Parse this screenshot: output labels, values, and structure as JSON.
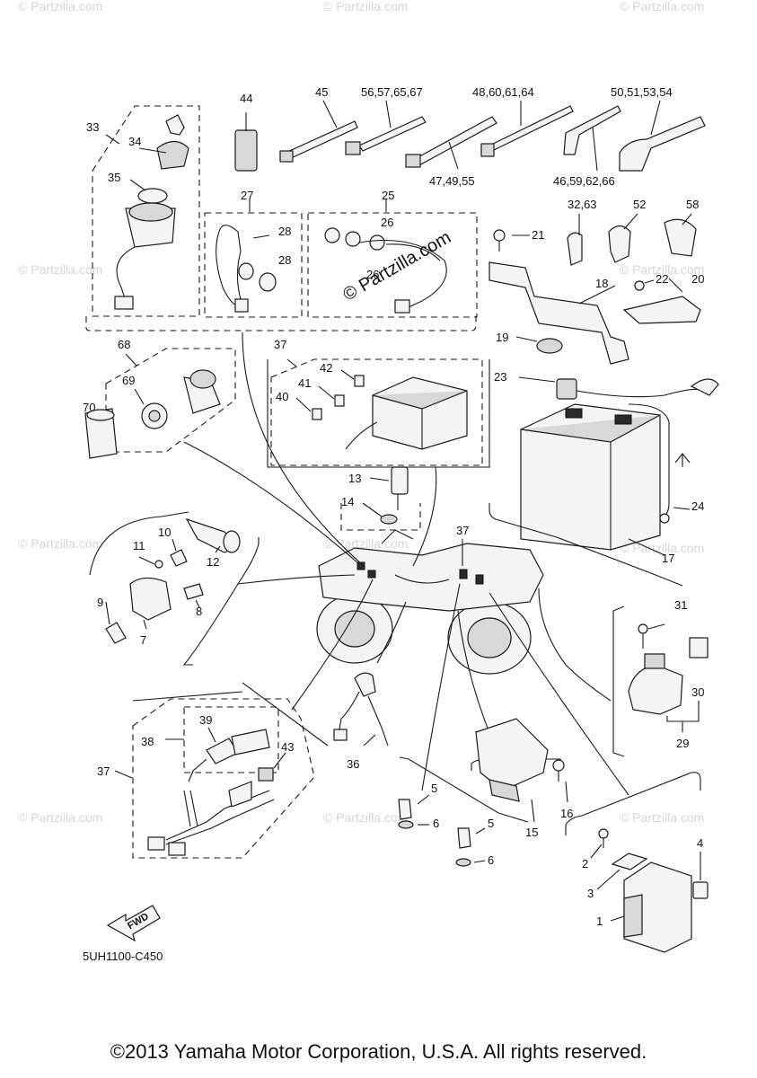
{
  "diagram": {
    "code": "5UH1100-C450",
    "fwd_label": "FWD",
    "watermark": "© Partzilla.com",
    "copyright": "©2013 Yamaha Motor Corporation, U.S.A. All rights reserved."
  },
  "callouts": {
    "c1": "1",
    "c2": "2",
    "c3": "3",
    "c4": "4",
    "c5a": "5",
    "c5b": "5",
    "c6a": "6",
    "c6b": "6",
    "c7": "7",
    "c8": "8",
    "c9": "9",
    "c10": "10",
    "c11": "11",
    "c12": "12",
    "c13": "13",
    "c14": "14",
    "c15": "15",
    "c16": "16",
    "c17": "17",
    "c18": "18",
    "c19": "19",
    "c20": "20",
    "c21": "21",
    "c22": "22",
    "c23": "23",
    "c24": "24",
    "c25": "25",
    "c26a": "26",
    "c26b": "26",
    "c27": "27",
    "c28a": "28",
    "c28b": "28",
    "c29": "29",
    "c30": "30",
    "c31": "31",
    "c32": "32,63",
    "c33": "33",
    "c34": "34",
    "c35": "35",
    "c36": "36",
    "c37a": "37",
    "c37b": "37",
    "c37c": "37",
    "c38": "38",
    "c39": "39",
    "c40": "40",
    "c41": "41",
    "c42": "42",
    "c43": "43",
    "c44": "44",
    "c45": "45",
    "c46": "46,59,62,66",
    "c47": "47,49,55",
    "c48": "48,60,61,64",
    "c50": "50,51,53,54",
    "c52": "52",
    "c56": "56,57,65,67",
    "c58": "58",
    "c68": "68",
    "c69": "69",
    "c70": "70"
  }
}
